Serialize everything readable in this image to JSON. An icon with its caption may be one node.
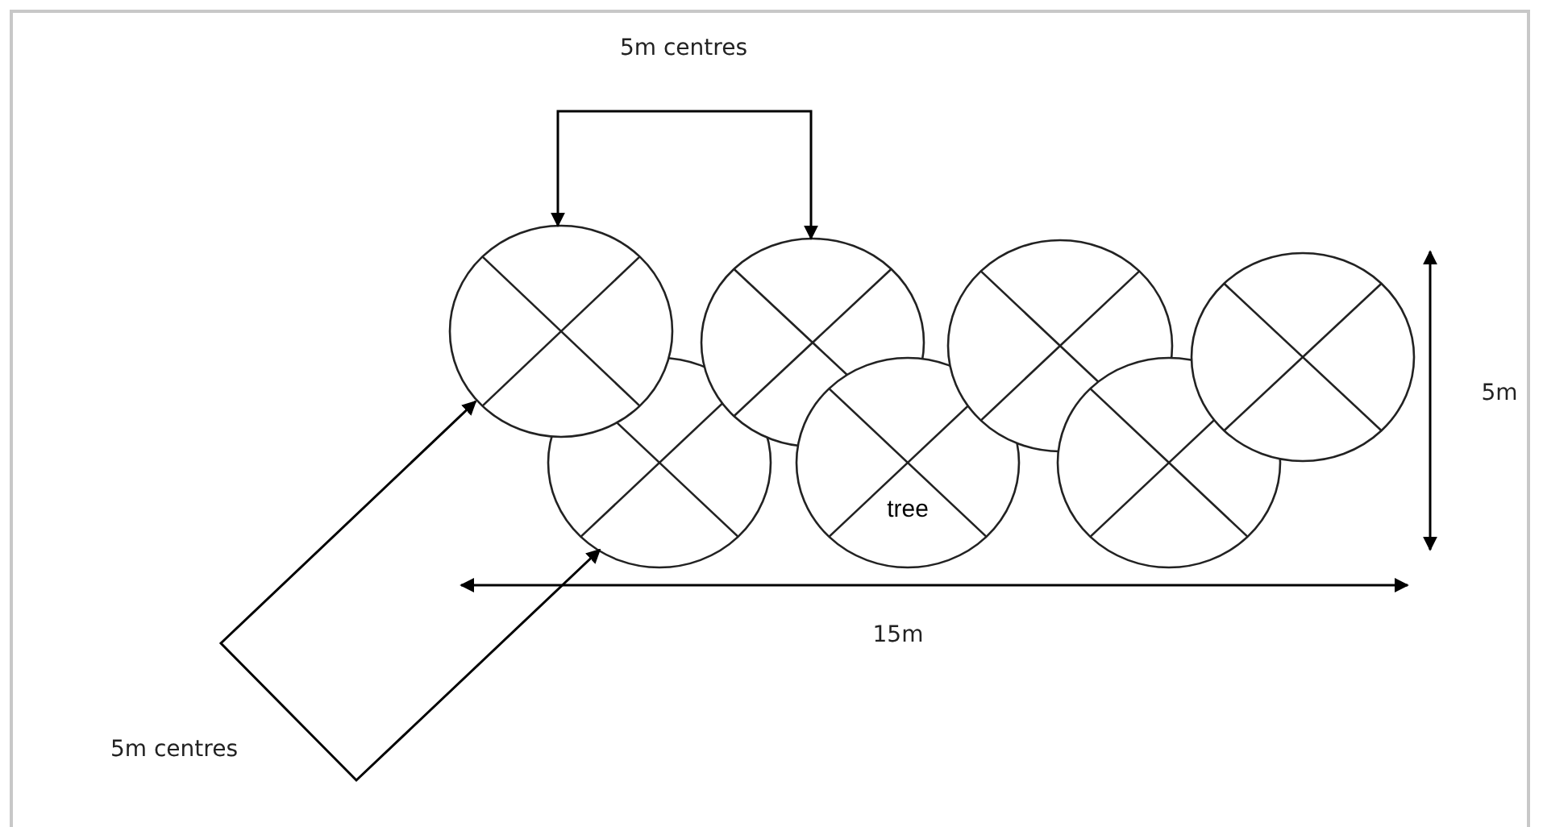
{
  "diagram": {
    "nodes": [
      {
        "text": [],
        "shape": "circle"
      },
      {
        "text": [],
        "shape": "circle"
      },
      {
        "text": [],
        "shape": "circle"
      },
      {
        "text": [
          "tree"
        ]
      },
      {
        "text": [],
        "shape": "circle"
      },
      {
        "text": [],
        "shape": "circle"
      },
      {
        "text": [],
        "shape": "circle"
      }
    ],
    "edges": [
      {
        "from": 0,
        "to": 2,
        "arrow": "both",
        "label": "5m centres"
      },
      {
        "from": 0,
        "to": 1,
        "arrow": "both",
        "label": "5m centres"
      }
    ],
    "labels": [
      "5m",
      "15m"
    ]
  }
}
